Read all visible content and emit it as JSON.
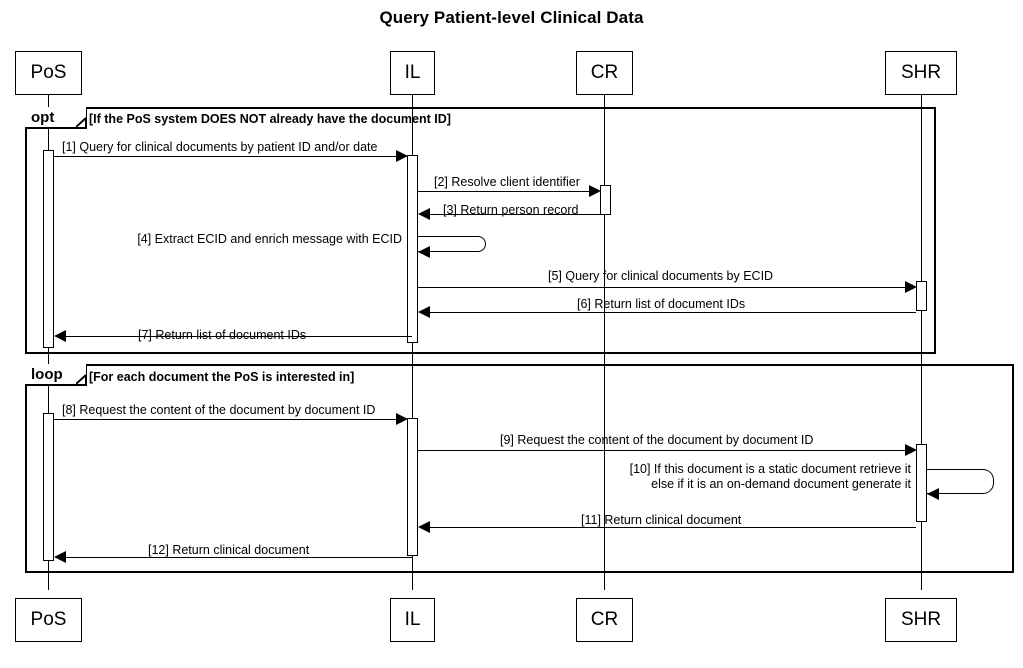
{
  "diagram": {
    "title": "Query Patient-level Clinical Data",
    "type": "uml-sequence-diagram",
    "participants": [
      {
        "id": "pos",
        "label": "PoS"
      },
      {
        "id": "il",
        "label": "IL"
      },
      {
        "id": "cr",
        "label": "CR"
      },
      {
        "id": "shr",
        "label": "SHR"
      }
    ],
    "fragments": [
      {
        "id": "opt",
        "operator": "opt",
        "guard": "[If the PoS system DOES NOT already have the document ID]"
      },
      {
        "id": "loop",
        "operator": "loop",
        "guard": "[For each document the PoS is interested in]"
      }
    ],
    "messages": [
      {
        "seq": "[1]",
        "text": "[1] Query for clinical documents by patient ID and/or date",
        "from": "pos",
        "to": "il",
        "kind": "call"
      },
      {
        "seq": "[2]",
        "text": "[2] Resolve client identifier",
        "from": "il",
        "to": "cr",
        "kind": "call"
      },
      {
        "seq": "[3]",
        "text": "[3] Return person record",
        "from": "cr",
        "to": "il",
        "kind": "return"
      },
      {
        "seq": "[4]",
        "text": "[4] Extract ECID and enrich message with ECID",
        "from": "il",
        "to": "il",
        "kind": "self"
      },
      {
        "seq": "[5]",
        "text": "[5] Query for clinical documents by ECID",
        "from": "il",
        "to": "shr",
        "kind": "call"
      },
      {
        "seq": "[6]",
        "text": "[6] Return list of document IDs",
        "from": "shr",
        "to": "il",
        "kind": "return"
      },
      {
        "seq": "[7]",
        "text": "[7] Return list of document IDs",
        "from": "il",
        "to": "pos",
        "kind": "return"
      },
      {
        "seq": "[8]",
        "text": "[8] Request the content of the document by document ID",
        "from": "pos",
        "to": "il",
        "kind": "call"
      },
      {
        "seq": "[9]",
        "text": "[9] Request the content of the document by document ID",
        "from": "il",
        "to": "shr",
        "kind": "call"
      },
      {
        "seq": "[10]",
        "text": "[10] If this document is a static document retrieve it\n else if it is an on-demand document generate it",
        "from": "shr",
        "to": "shr",
        "kind": "self"
      },
      {
        "seq": "[11]",
        "text": "[11] Return clinical document",
        "from": "shr",
        "to": "il",
        "kind": "return"
      },
      {
        "seq": "[12]",
        "text": "[12] Return clinical document",
        "from": "il",
        "to": "pos",
        "kind": "return"
      }
    ],
    "colors": {
      "stroke": "#000000",
      "background": "#ffffff"
    }
  }
}
